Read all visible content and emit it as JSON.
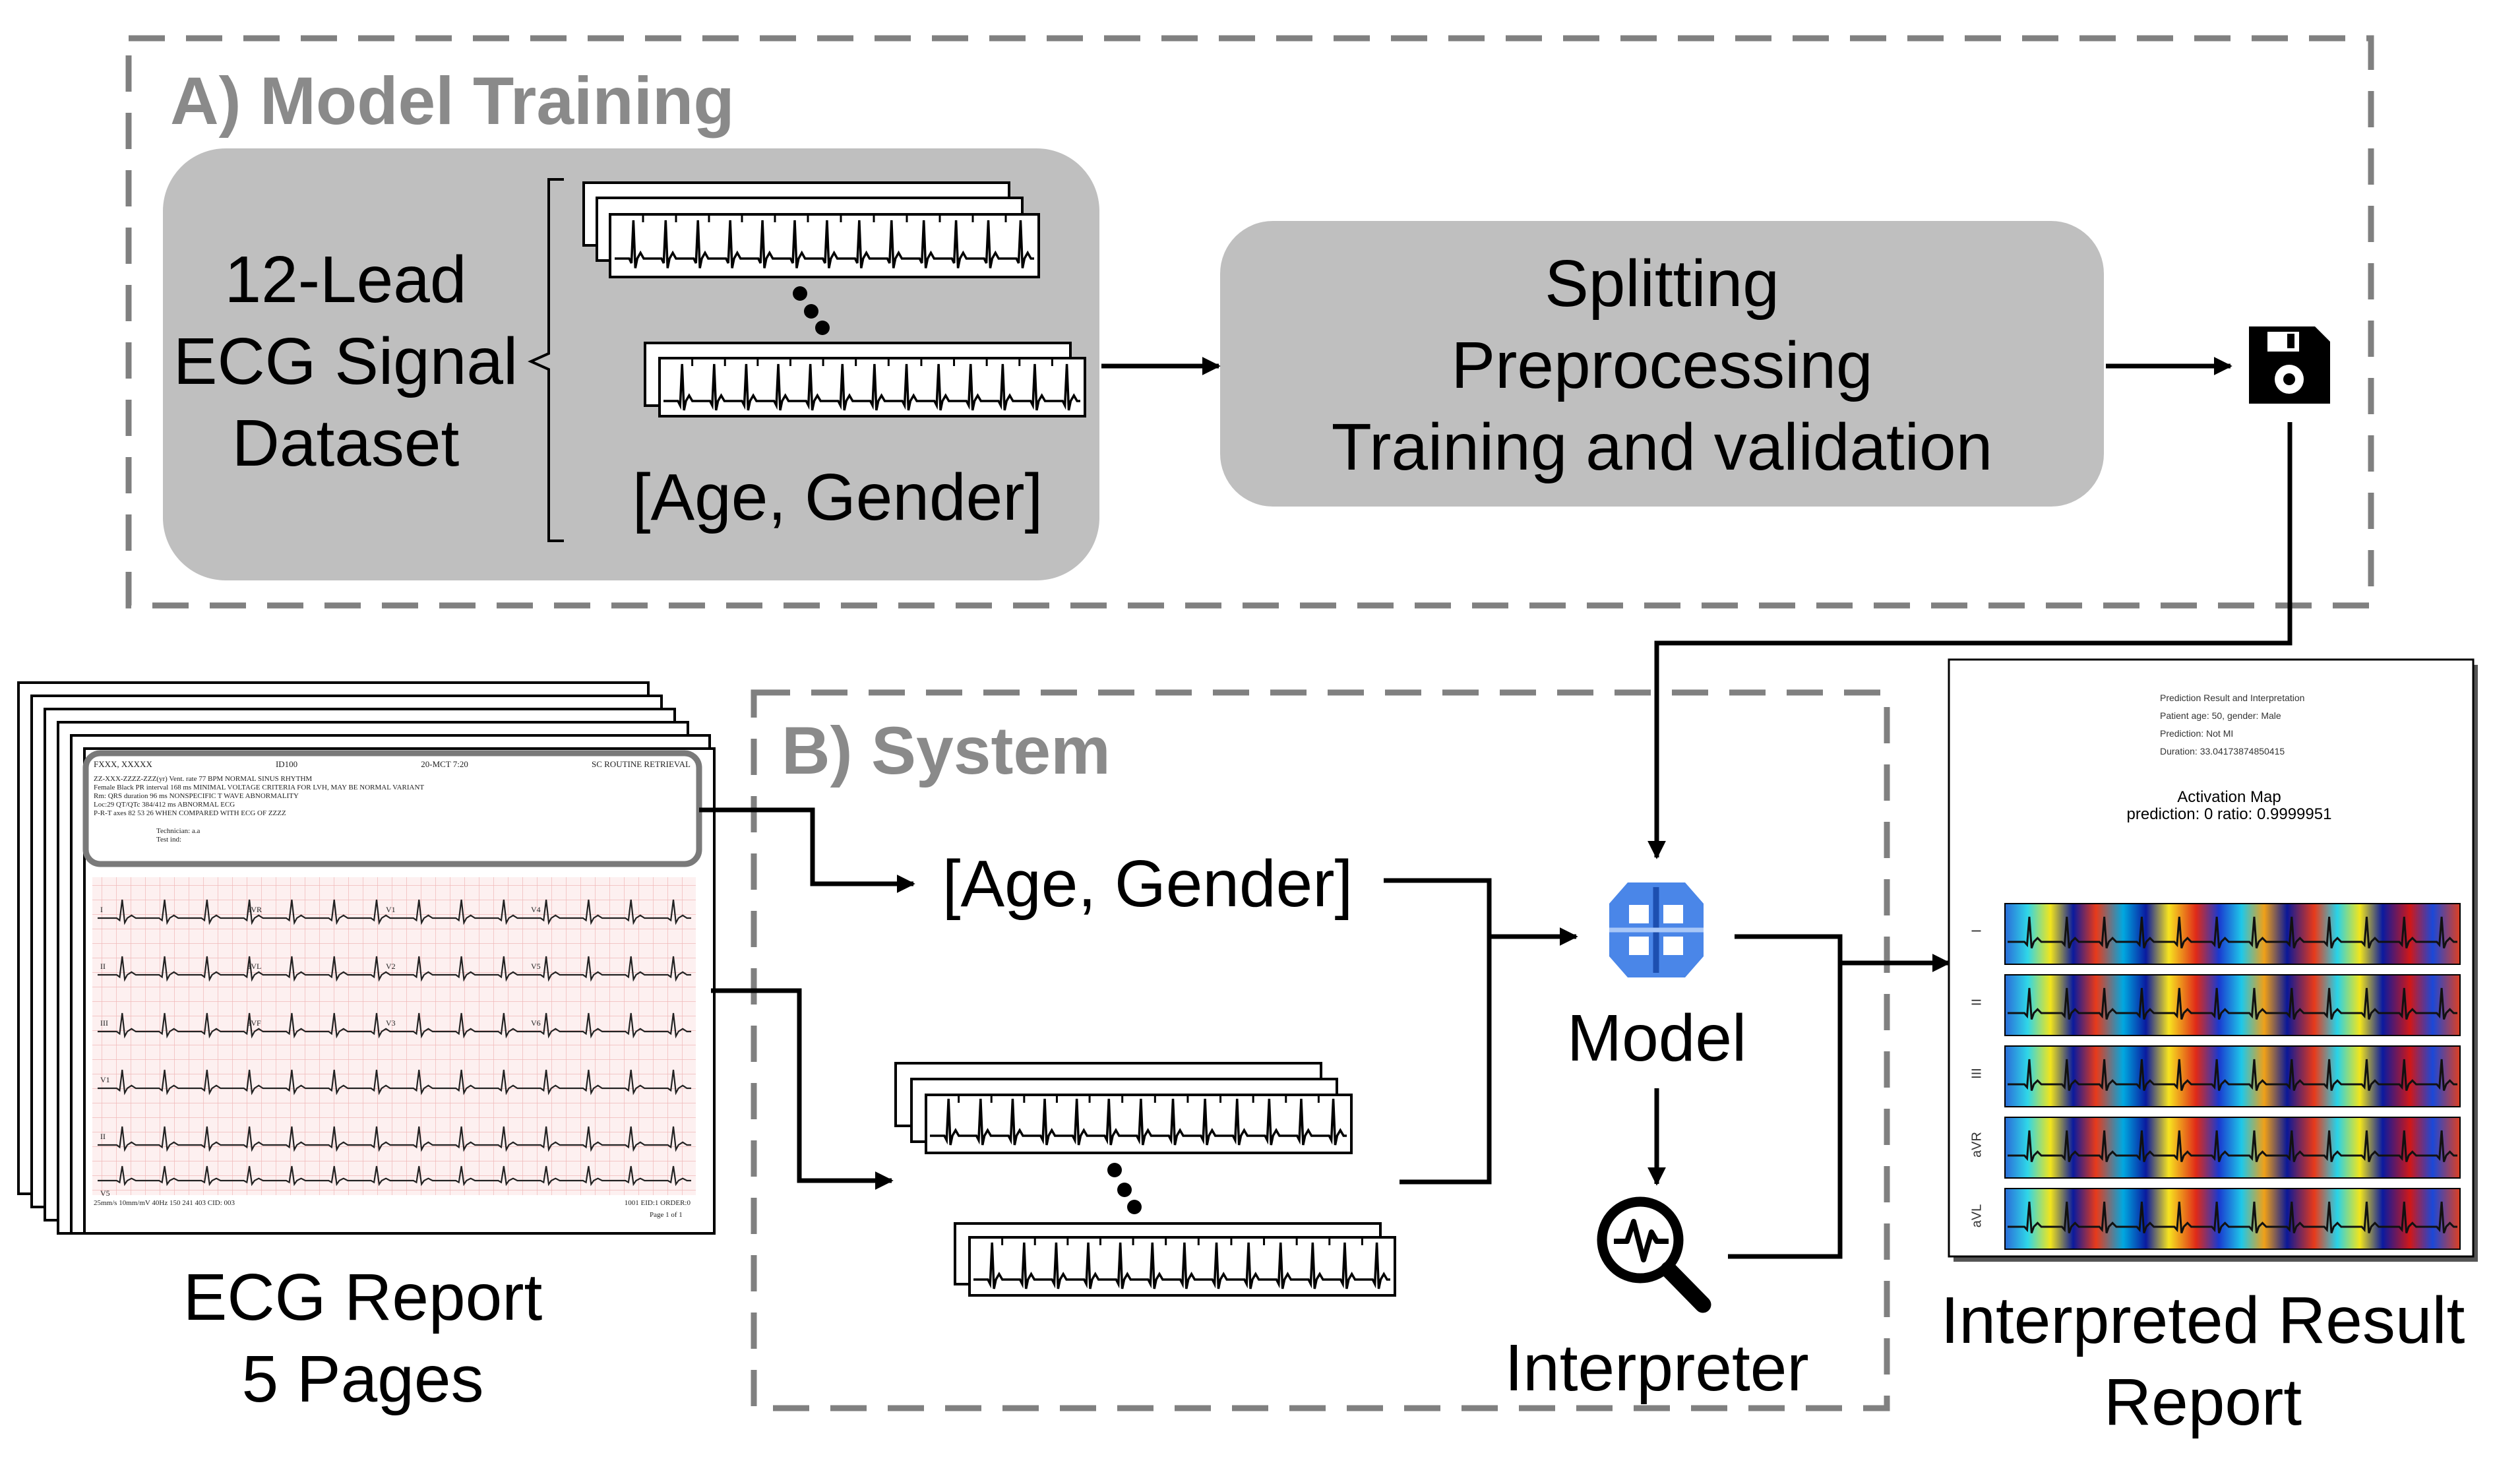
{
  "section_a": {
    "title": "A) Model Training"
  },
  "section_b": {
    "title": "B) System"
  },
  "dataset": {
    "line1": "12-Lead",
    "line2": "ECG Signal",
    "line3": "Dataset"
  },
  "training_inputs_label": "[Age, Gender]",
  "training_steps": {
    "line1": "Splitting",
    "line2": "Preprocessing",
    "line3": "Training and validation"
  },
  "system_inputs_label": "[Age, Gender]",
  "model_label": "Model",
  "interpreter_label": "Interpreter",
  "ecg_report": {
    "line1": "ECG Report",
    "line2": "5 Pages",
    "header_cells": [
      "FXXX, XXXXX",
      "ID100",
      "20-MCT 7:20",
      "SC ROUTINE RETRIEVAL"
    ],
    "details": [
      "ZZ-XXX-ZZZZ-ZZZ(yr)   Vent. rate   77   BPM   NORMAL SINUS RHYTHM",
      "Female   Black   PR interval   168   ms   MINIMAL VOLTAGE CRITERIA FOR LVH, MAY BE NORMAL VARIANT",
      "Rm:   QRS duration   96   ms   NONSPECIFIC T WAVE ABNORMALITY",
      "Loc:29   QT/QTc   384/412   ms   ABNORMAL ECG",
      "P-R-T axes   82  53  26   WHEN COMPARED WITH ECG OF ZZZZ"
    ],
    "technician": "Technician: a.a",
    "test_ind": "Test ind:",
    "lead_labels": [
      "I",
      "aVR",
      "V1",
      "V4",
      "II",
      "aVL",
      "V2",
      "V5",
      "III",
      "aVF",
      "V3",
      "V6",
      "V1",
      "II",
      "V5"
    ],
    "footer_left": "25mm/s   10mm/mV   40Hz   150   241 403   CID: 003",
    "footer_right": "1001   EID:1   ORDER:0",
    "page_label": "Page 1 of 1"
  },
  "result_report": {
    "line1": "Interpreted Result",
    "line2": "Report",
    "header": [
      "Prediction Result and Interpretation",
      "Patient age: 50, gender: Male",
      "Prediction: Not MI",
      "Duration: 33.04173874850415"
    ],
    "map_title": "Activation Map",
    "map_subtitle": "prediction: 0 ratio: 0.9999951",
    "leads": [
      "I",
      "II",
      "III",
      "aVR",
      "aVL"
    ]
  },
  "icons": {
    "save": "floppy-disk-icon",
    "model": "brain-icon",
    "interpreter": "magnifier-pulse-icon"
  },
  "colors": {
    "section_title": "#8a8a8a",
    "box_fill": "#bfbfbf",
    "dash_border": "#808080",
    "model_icon": "#4a86e8"
  }
}
